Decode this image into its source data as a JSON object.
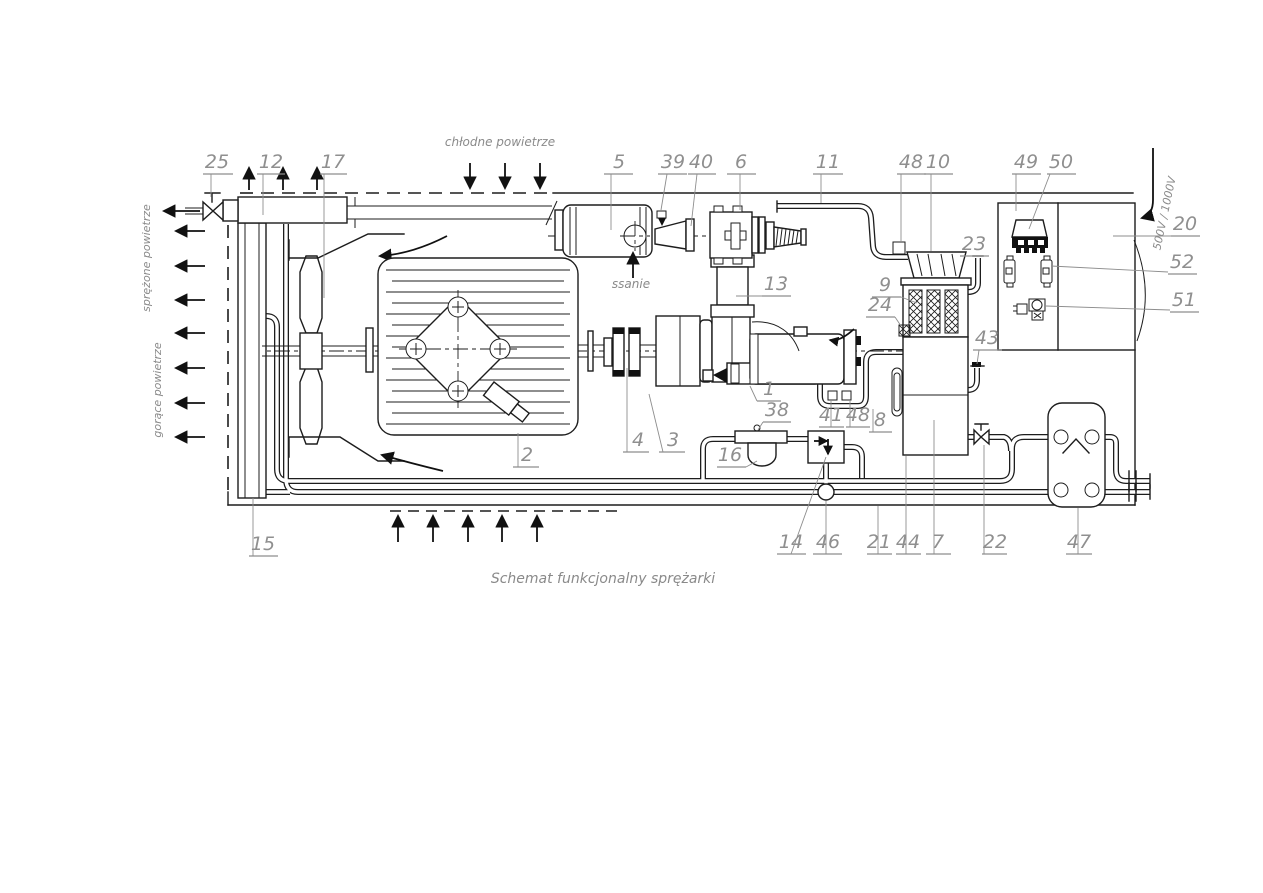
{
  "labels": {
    "cold_air": "chłodne powietrze",
    "compressed_air": "sprężone powietrze",
    "hot_air": "gorące powietrze",
    "suction": "ssanie",
    "voltage": "500V / 1000V",
    "caption": "Schemat funkcjonalny sprężarki"
  },
  "callouts": {
    "c25": "25",
    "c12": "12",
    "c17": "17",
    "c5": "5",
    "c39": "39",
    "c40": "40",
    "c6": "6",
    "c11": "11",
    "c48a": "48",
    "c10": "10",
    "c49": "49",
    "c50": "50",
    "c20": "20",
    "c52": "52",
    "c51": "51",
    "c23": "23",
    "c9": "9",
    "c24": "24",
    "c43": "43",
    "c13": "13",
    "c1": "1",
    "c38": "38",
    "c41": "41",
    "c48b": "48",
    "c8": "8",
    "c16": "16",
    "c4": "4",
    "c3": "3",
    "c2": "2",
    "c15": "15",
    "c14": "14",
    "c46": "46",
    "c21": "21",
    "c44": "44",
    "c7": "7",
    "c22": "22",
    "c47": "47"
  },
  "colors": {
    "line": "#1d1d1d",
    "annotation": "#8f8f8f"
  }
}
